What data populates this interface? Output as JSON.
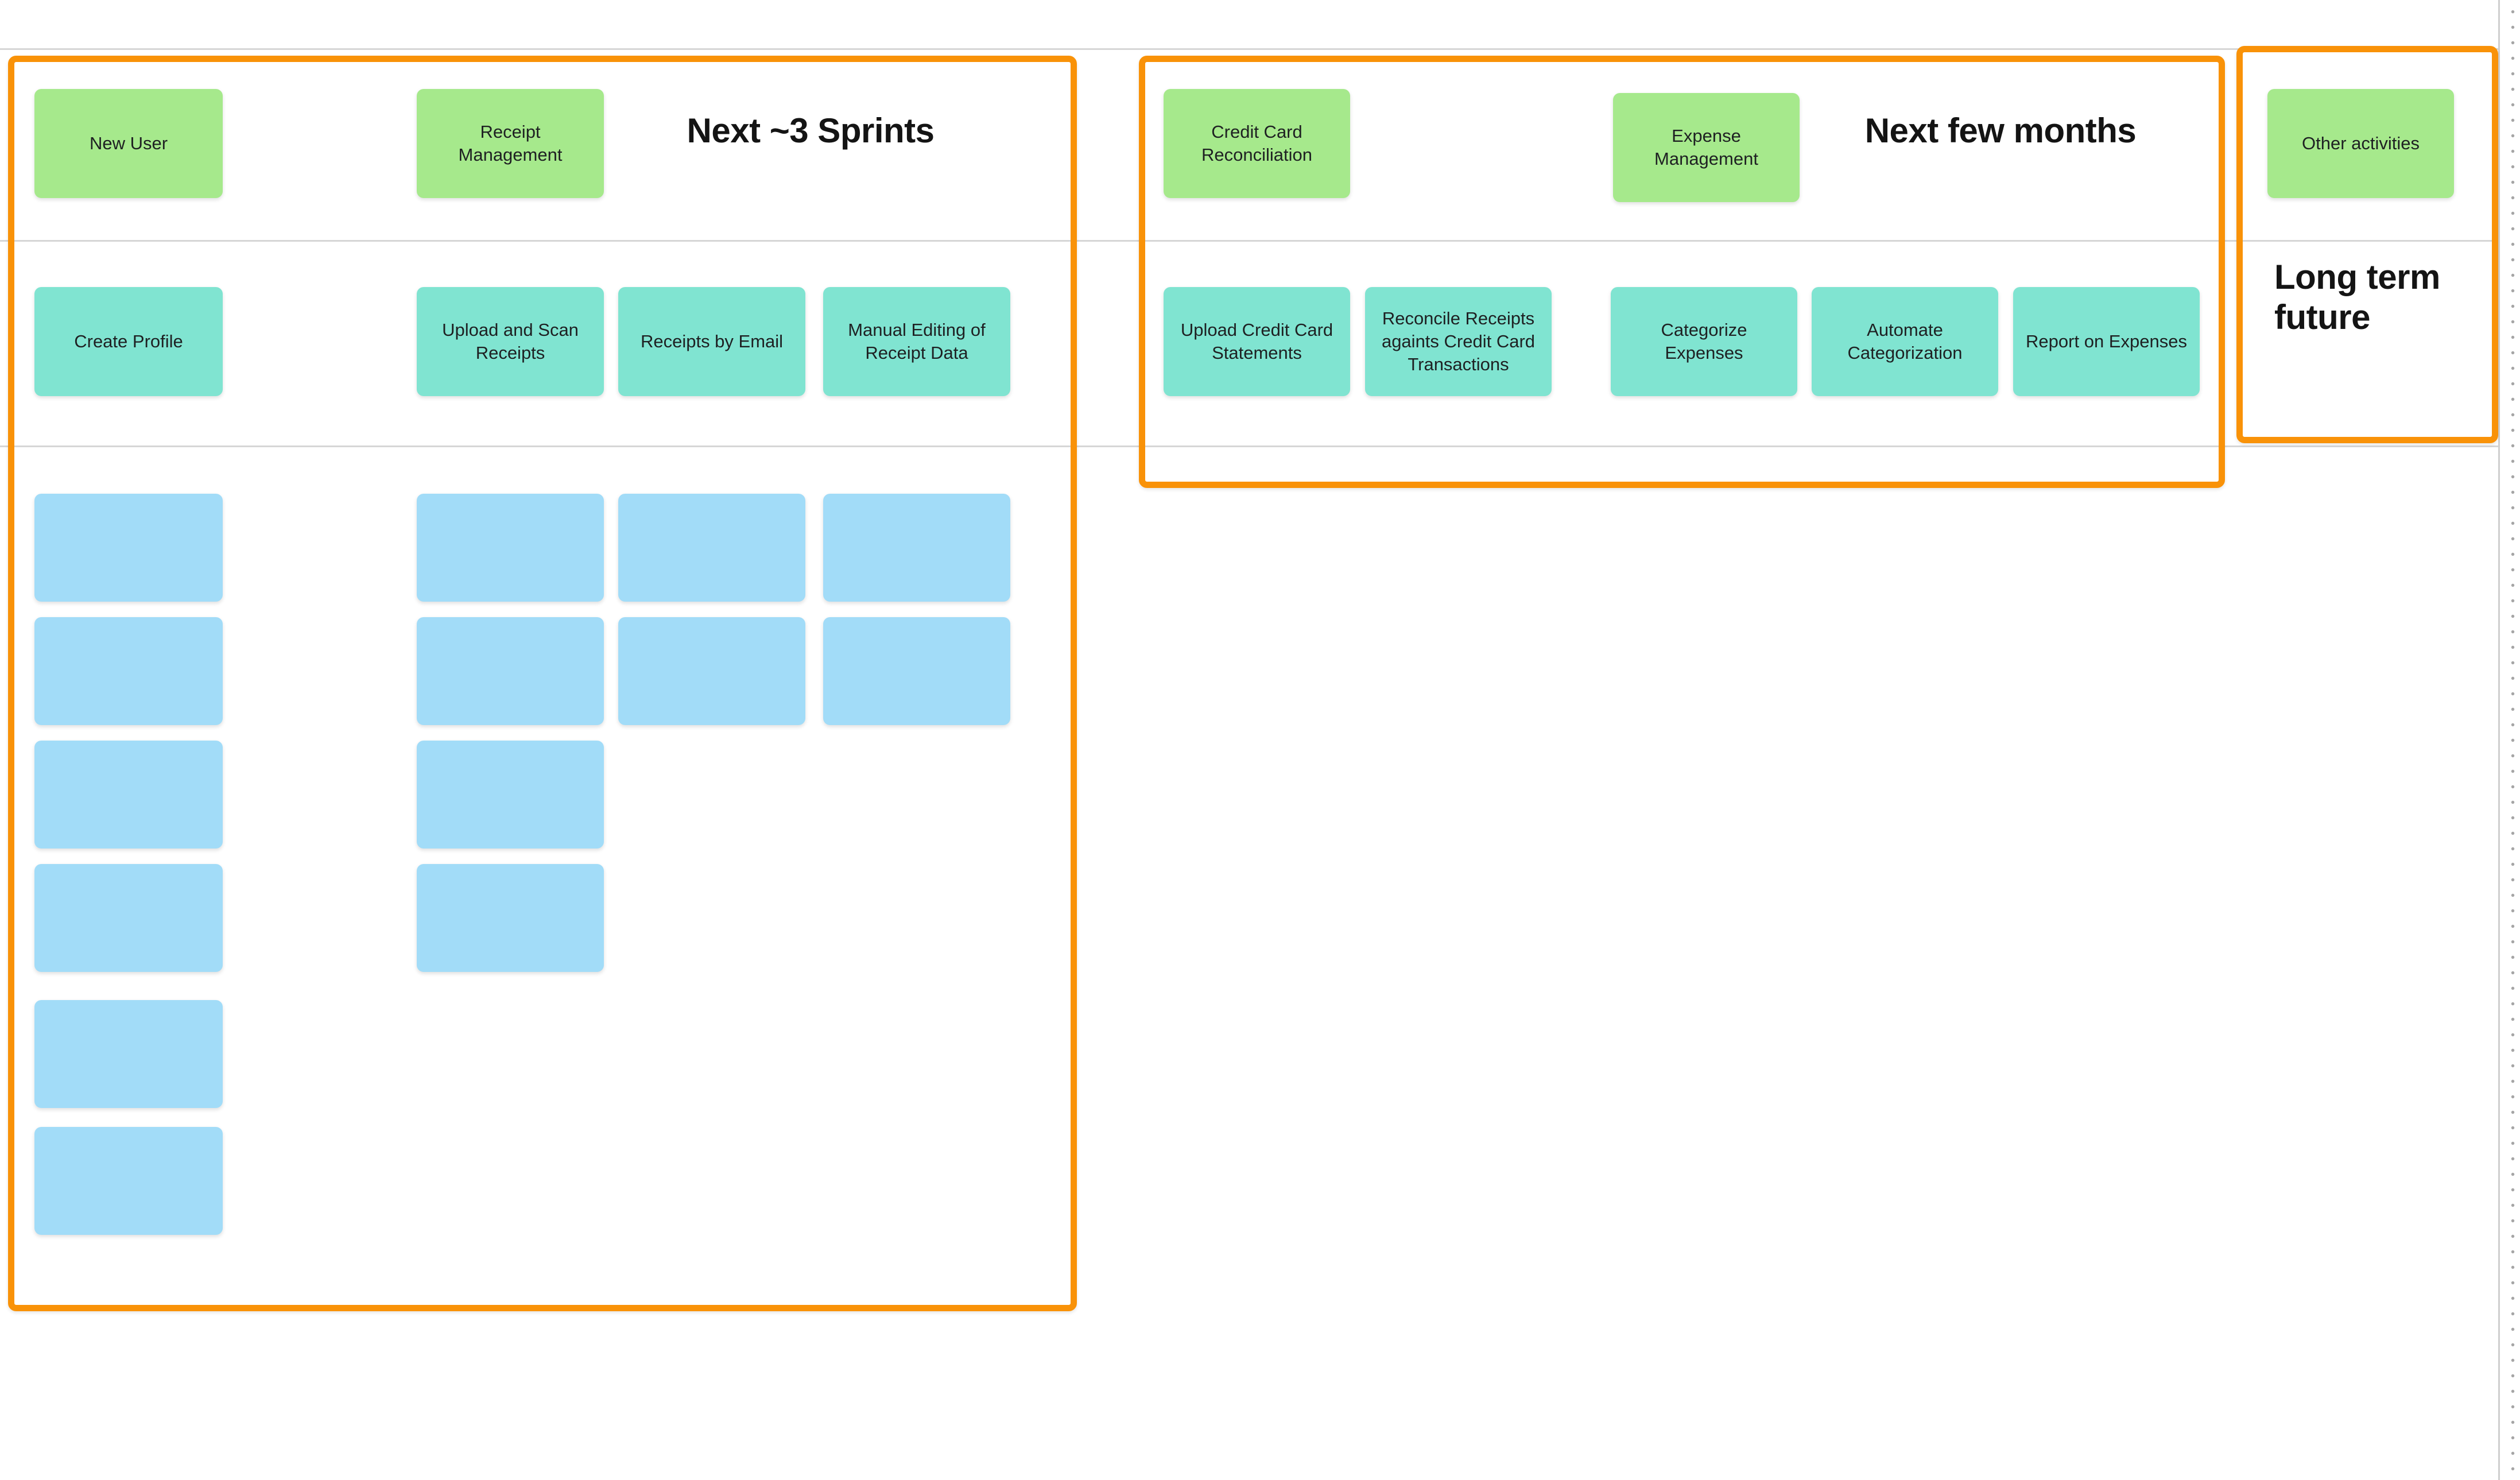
{
  "board": {
    "kind": "user-story-map-whiteboard",
    "colors": {
      "background": "#ffffff",
      "section_border_orange": "#f99208",
      "activity_sticky_green": "#a6e98c",
      "task_sticky_teal": "#80e4d1",
      "empty_sticky_blue": "#a2dcf8",
      "frame_grid_line": "#d6d6d6",
      "dot_grid": "#a5a5a5",
      "note_text": "#1e2022",
      "title_text": "#141414"
    }
  },
  "sections": [
    {
      "title": "Next ~3 Sprints",
      "activities": [
        {
          "name": "New User",
          "tasks": [
            "Create Profile"
          ],
          "empty_notes": 6
        },
        {
          "name": "Receipt Management",
          "tasks": [
            "Upload and Scan Receipts",
            "Receipts by Email",
            "Manual Editing of Receipt Data"
          ],
          "empty_notes": 8
        }
      ]
    },
    {
      "title": "Next few months",
      "activities": [
        {
          "name": "Credit Card Reconciliation",
          "tasks": [
            "Upload Credit Card Statements",
            "Reconcile Receipts againts Credit Card Transactions"
          ],
          "empty_notes": 0
        },
        {
          "name": "Expense Management",
          "tasks": [
            "Categorize Expenses",
            "Automate Categorization",
            "Report on Expenses"
          ],
          "empty_notes": 0
        }
      ]
    },
    {
      "title": "Long term future",
      "activities": [
        {
          "name": "Other activities",
          "tasks": [],
          "empty_notes": 0
        }
      ]
    }
  ]
}
